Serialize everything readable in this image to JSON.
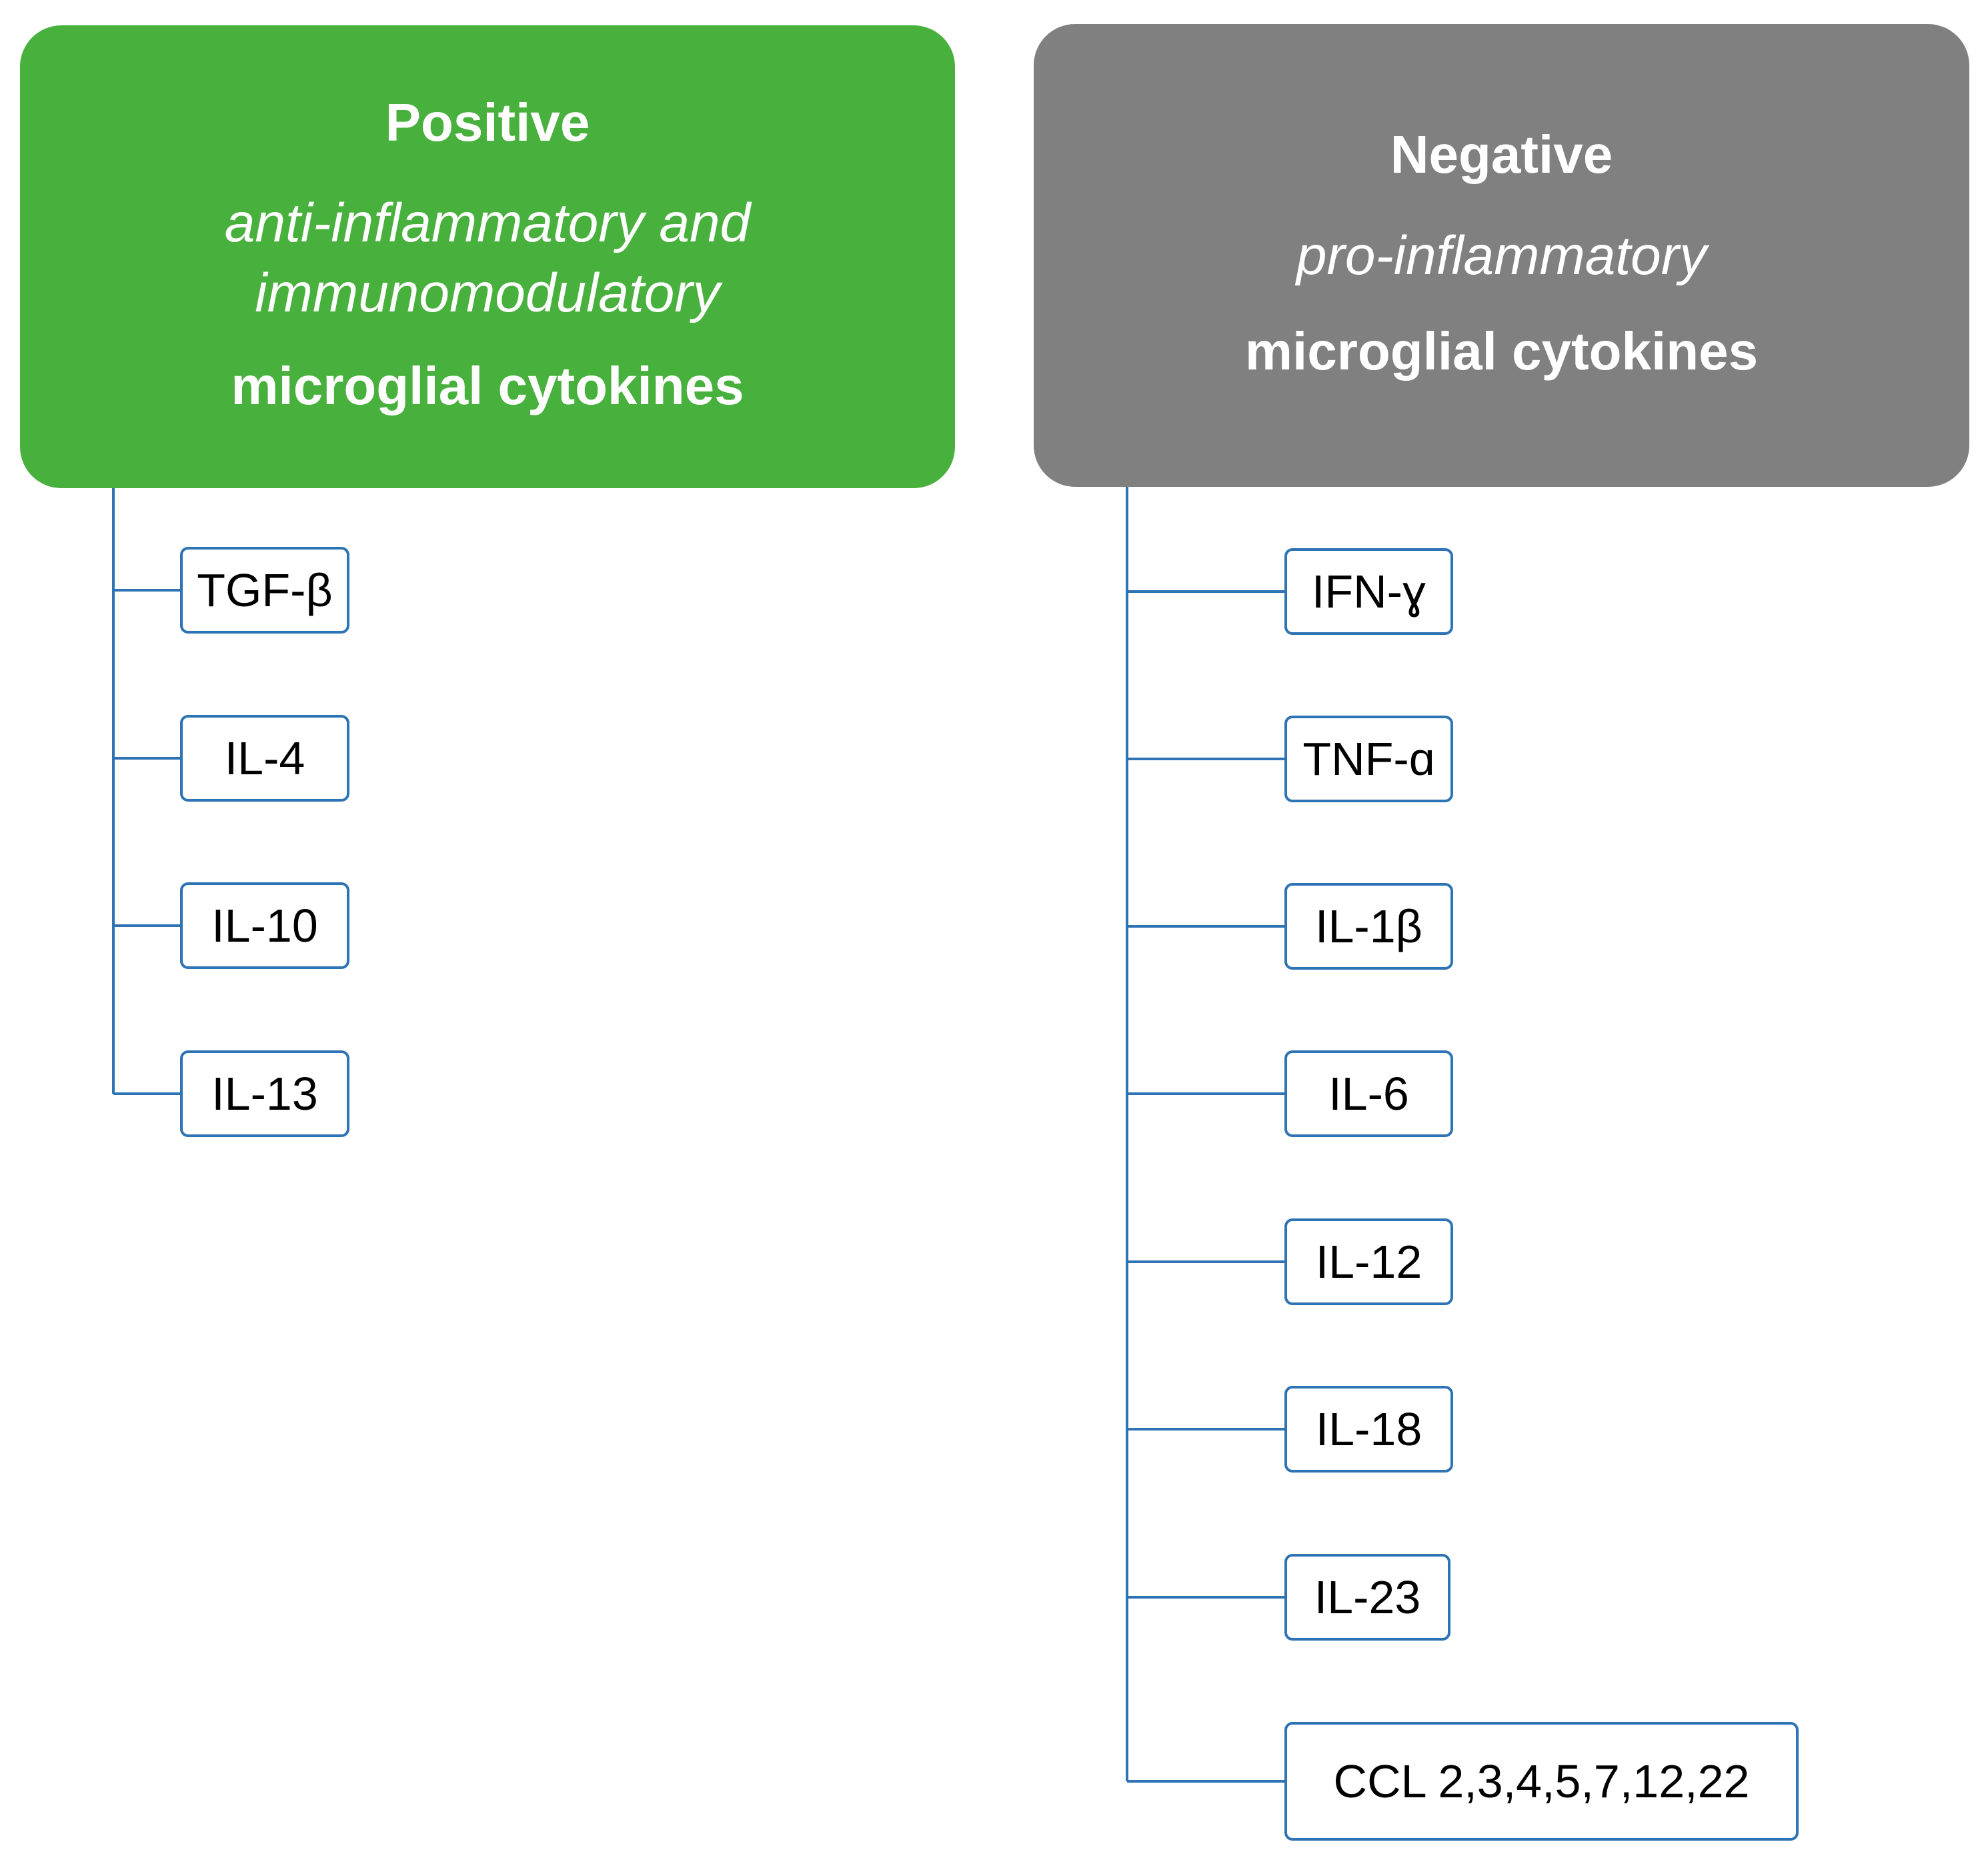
{
  "colors": {
    "positive": "#48B03C",
    "negative": "#808080",
    "connector": "#2E74B5",
    "box_border": "#2E74B5",
    "header_text": "#FFFFFF"
  },
  "positive": {
    "title": "Positive",
    "subtitle_lines": [
      "anti-inflammatory and",
      "immunomodulatory"
    ],
    "footer": "microglial cytokines",
    "items": [
      "TGF-β",
      "IL-4",
      "IL-10",
      "IL-13"
    ]
  },
  "negative": {
    "title": "Negative",
    "subtitle_lines": [
      "pro-inflammatory"
    ],
    "footer": "microglial cytokines",
    "items": [
      "IFN-ɣ",
      "TNF-ɑ",
      "IL-1β",
      "IL-6",
      "IL-12",
      "IL-18",
      "IL-23",
      "CCL 2,3,4,5,7,12,22"
    ]
  }
}
